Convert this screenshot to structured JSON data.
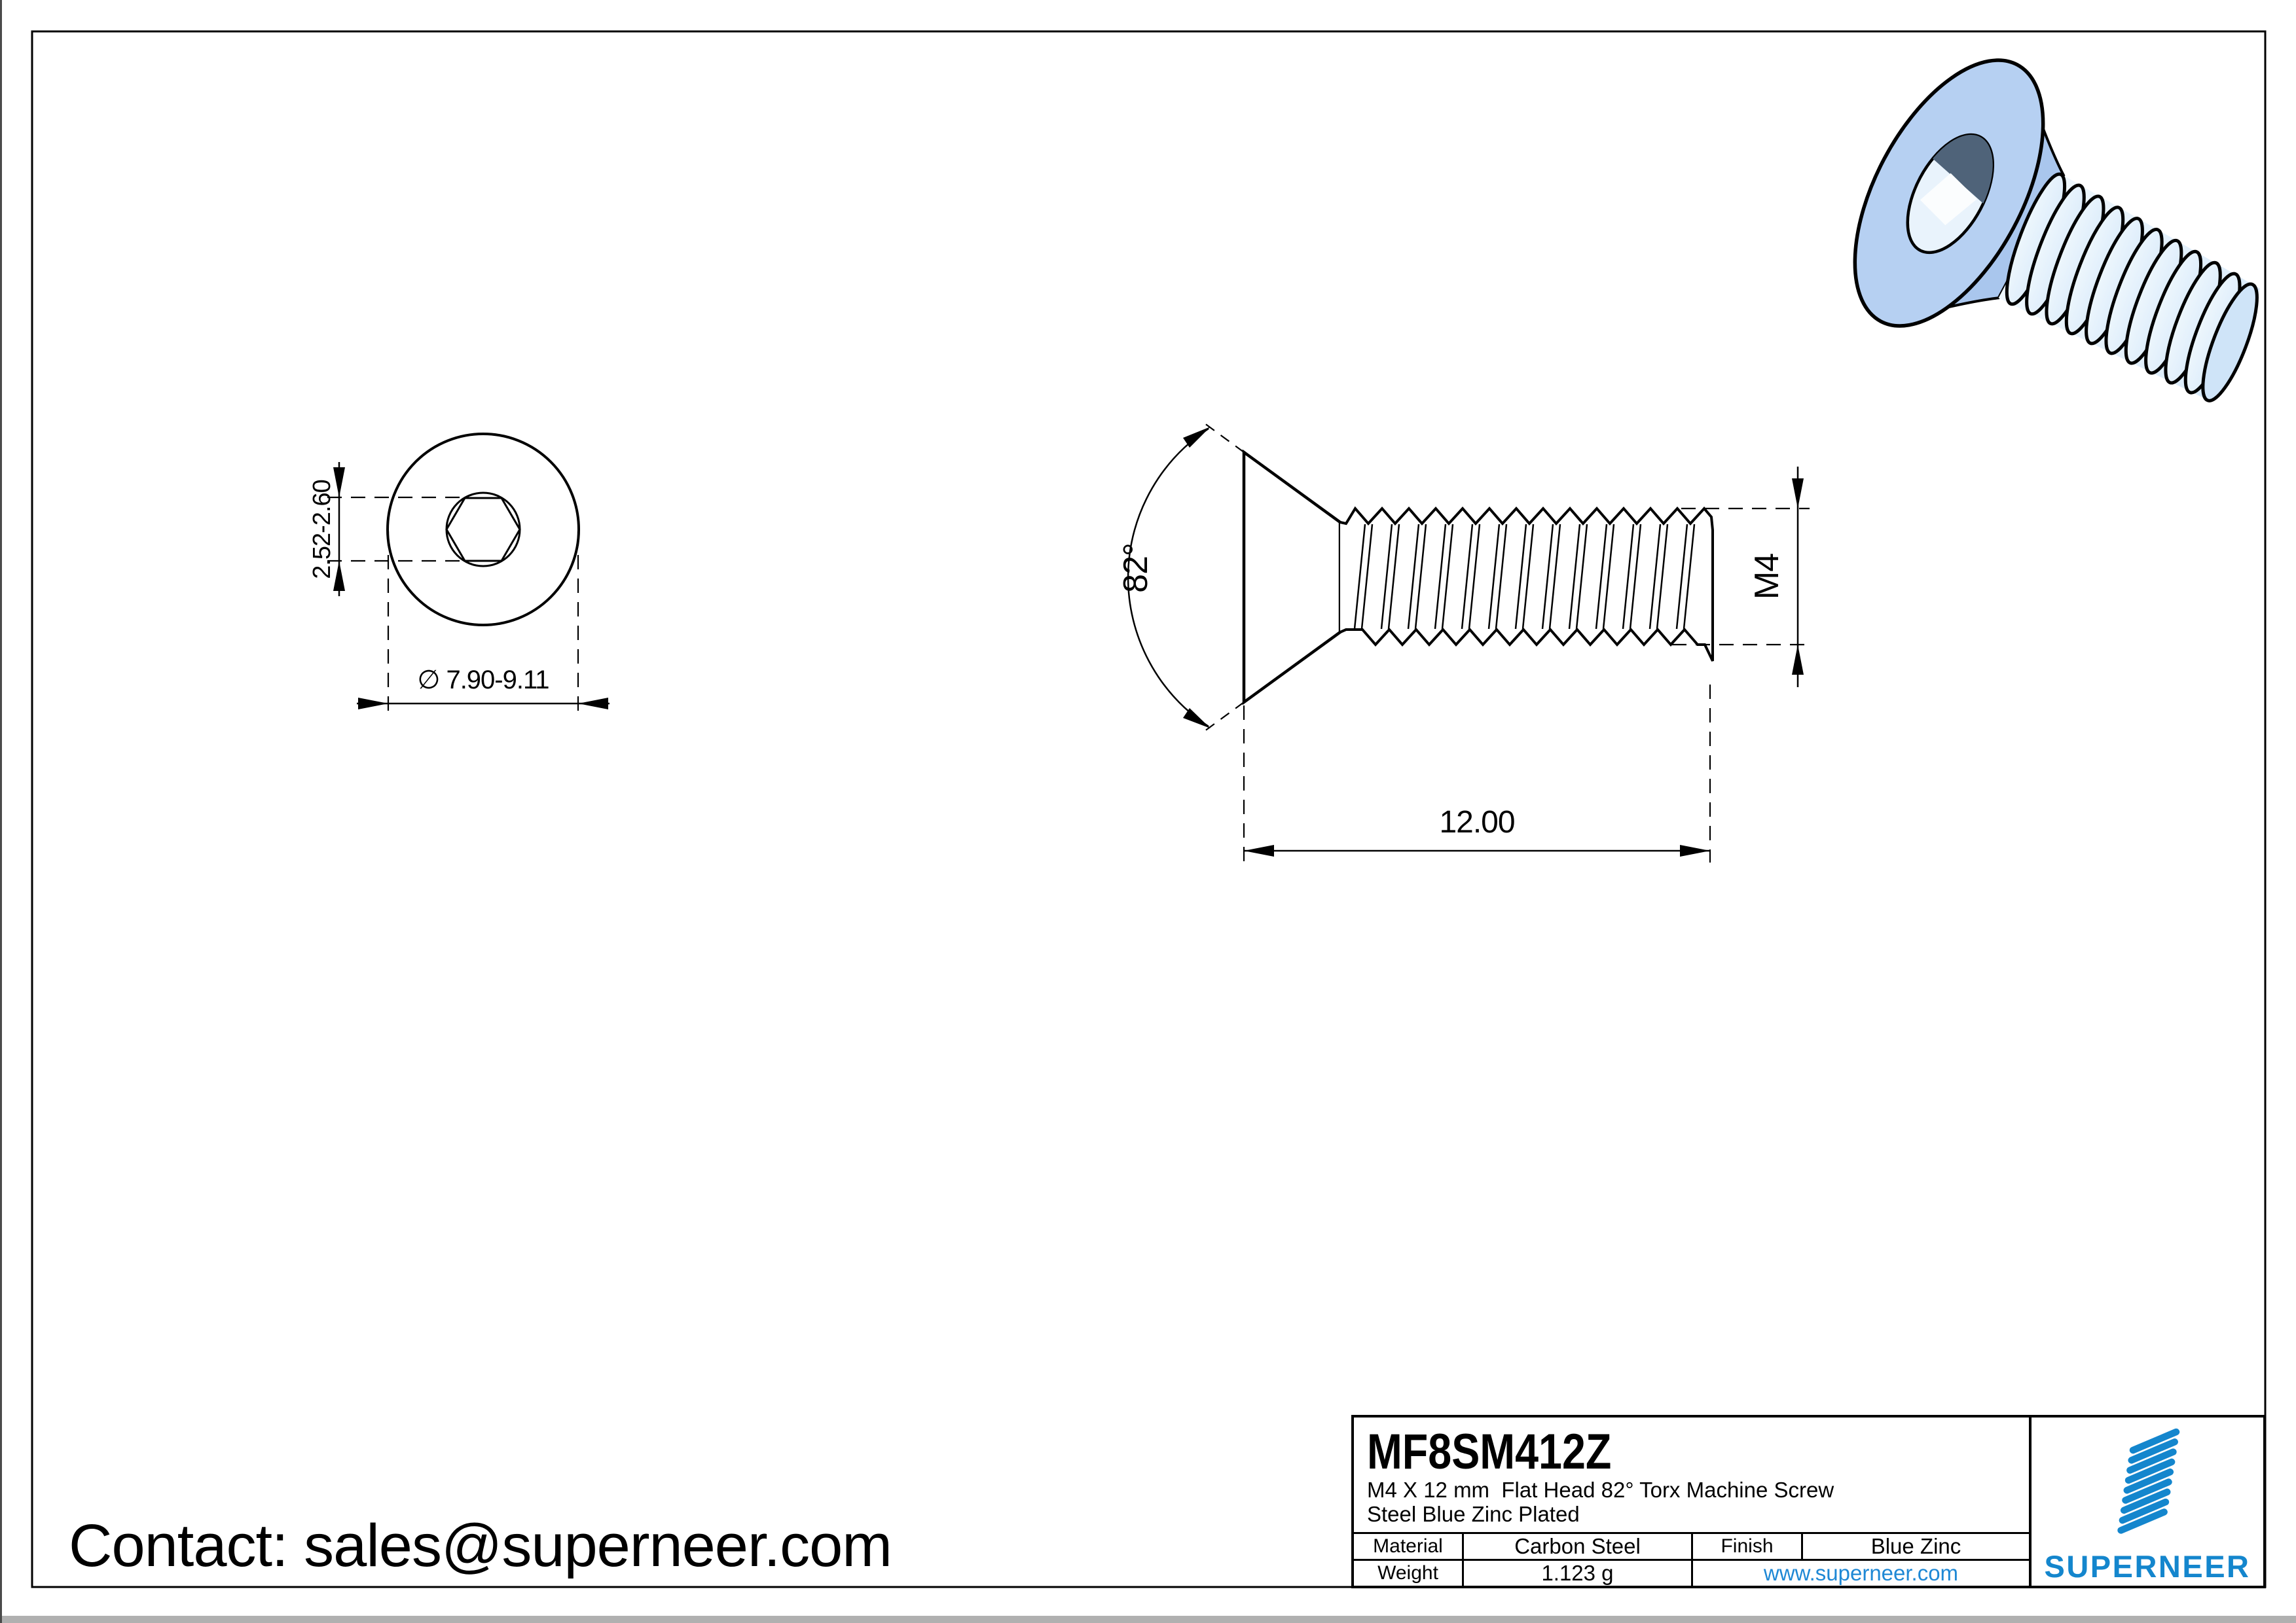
{
  "drawing": {
    "front_view": {
      "socket_dim": "2.52-2.60",
      "head_dia_dim": "∅ 7.90-9.11"
    },
    "side_view": {
      "angle_dim": "82°",
      "thread_dim": "M4",
      "length_dim": "12.00"
    }
  },
  "title_block": {
    "part_number": "MF8SM412Z",
    "description_line1": "M4 X 12 mm  Flat Head 82° Torx Machine Screw",
    "description_line2": "Steel Blue Zinc Plated",
    "material_label": "Material",
    "material_value": "Carbon Steel",
    "finish_label": "Finish",
    "finish_value": "Blue Zinc",
    "weight_label": "Weight",
    "weight_value": "1.123 g",
    "website": "www.superneer.com",
    "brand_name": "SUPERNEER"
  },
  "contact_line": "Contact: sales@superneer.com",
  "colors": {
    "brand_blue": "#1486cd",
    "link_blue": "#1e88d5",
    "screw_body_blue": "#b6d0f2",
    "line_black": "#000000"
  }
}
